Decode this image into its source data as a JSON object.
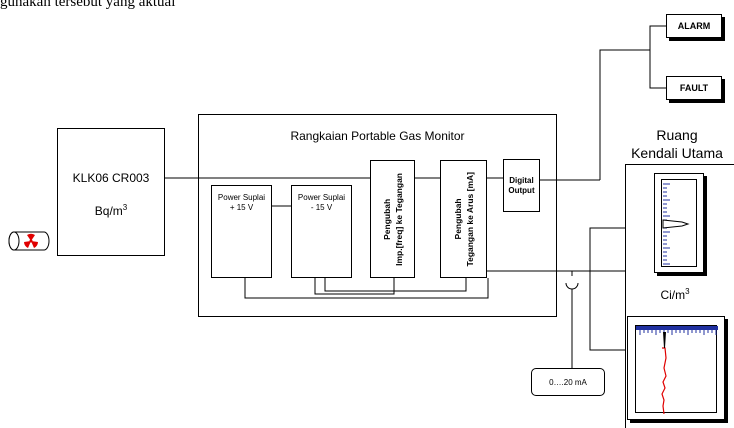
{
  "caption_fragment": "gunakan tersebut yang aktual",
  "alarm": {
    "label": "ALARM"
  },
  "fault": {
    "label": "FAULT"
  },
  "detector": {
    "model": "KLK06 CR003",
    "unit_base": "Bq/m",
    "unit_exp": "3"
  },
  "monitor": {
    "title": "Rangkaian Portable Gas Monitor"
  },
  "psu_plus": {
    "line1": "Power Suplai",
    "line2": "+ 15 V"
  },
  "psu_minus": {
    "line1": "Power Suplai",
    "line2": "- 15 V"
  },
  "converter_freq": {
    "line1": "Pengubah",
    "line2": "Imp.[freq] ke Tegangan"
  },
  "converter_current": {
    "line1": "Pengubah",
    "line2": "Tegangan ke Arus [mA]"
  },
  "digital_output": {
    "line1": "Digital",
    "line2": "Output"
  },
  "control_room": {
    "line1": "Ruang",
    "line2": "Kendali Utama"
  },
  "ci_unit": {
    "base": "Ci/m",
    "exp": "3"
  },
  "current_range": {
    "label": "0….20  mA"
  },
  "colors": {
    "trace": "#e00000",
    "strip_bar": "#2030a0",
    "line": "#000000"
  },
  "icons": {
    "source": "radiation-source-icon"
  }
}
